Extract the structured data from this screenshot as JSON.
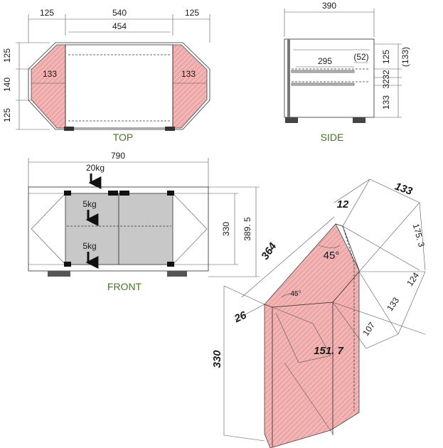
{
  "top_view": {
    "caption": "TOP",
    "width_left": "125",
    "width_center": "540",
    "width_right": "125",
    "inner_width": "454",
    "height_top": "125",
    "height_middle": "140",
    "height_bottom": "125",
    "corner_left": "133",
    "corner_right": "133"
  },
  "side_view": {
    "caption": "SIDE",
    "depth": "390",
    "shelf_depth": "295",
    "shelf_offset": "(52)",
    "height_top": "(133)",
    "gap_a": "32",
    "gap_b": "32",
    "height_bottom": "133"
  },
  "front_view": {
    "caption": "FRONT",
    "total_width": "790",
    "load_top": "20kg",
    "load_shelf_upper": "5kg",
    "load_shelf_lower": "5kg",
    "inner_height": "330",
    "outer_height": "389. 5"
  },
  "corner_detail": {
    "dim_12": "12",
    "dim_133_top": "133",
    "dim_175": "175. 3",
    "dim_124": "124",
    "dim_133_side": "133",
    "dim_107": "107",
    "dim_364": "364",
    "dim_26": "26",
    "dim_330": "330",
    "dim_151": "151. 7",
    "angle_large": "45°",
    "angle_small": "45°"
  }
}
